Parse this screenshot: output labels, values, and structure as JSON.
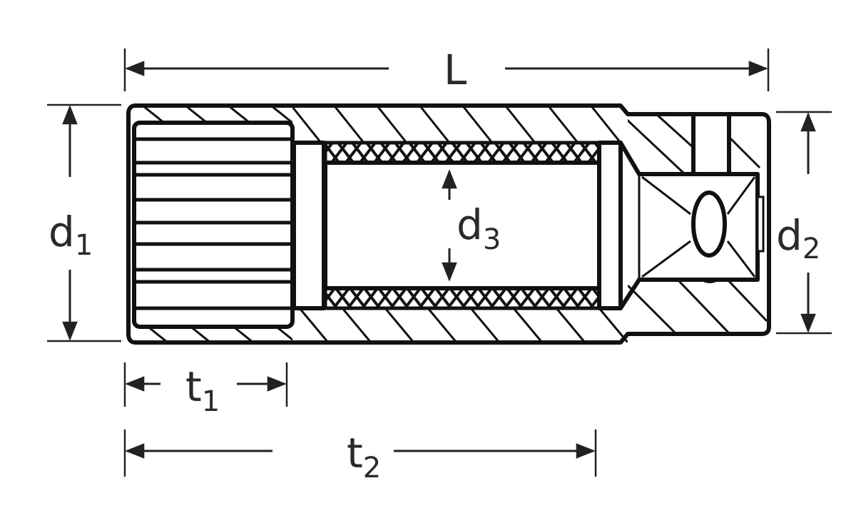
{
  "diagram": {
    "title": "Deep socket with spark-plug rubber insert — dimension drawing",
    "colors": {
      "line": "#111111",
      "label": "#2a2a2a",
      "background": "#ffffff"
    },
    "dimensions": {
      "L": {
        "main": "L",
        "sub": ""
      },
      "d1": {
        "main": "d",
        "sub": "1"
      },
      "d2": {
        "main": "d",
        "sub": "2"
      },
      "d3": {
        "main": "d",
        "sub": "3"
      },
      "t1": {
        "main": "t",
        "sub": "1"
      },
      "t2": {
        "main": "t",
        "sub": "2"
      }
    },
    "parts": [
      "12-point socket head",
      "rubber insert",
      "body (hatched section)",
      "square drive with ball detent"
    ]
  }
}
